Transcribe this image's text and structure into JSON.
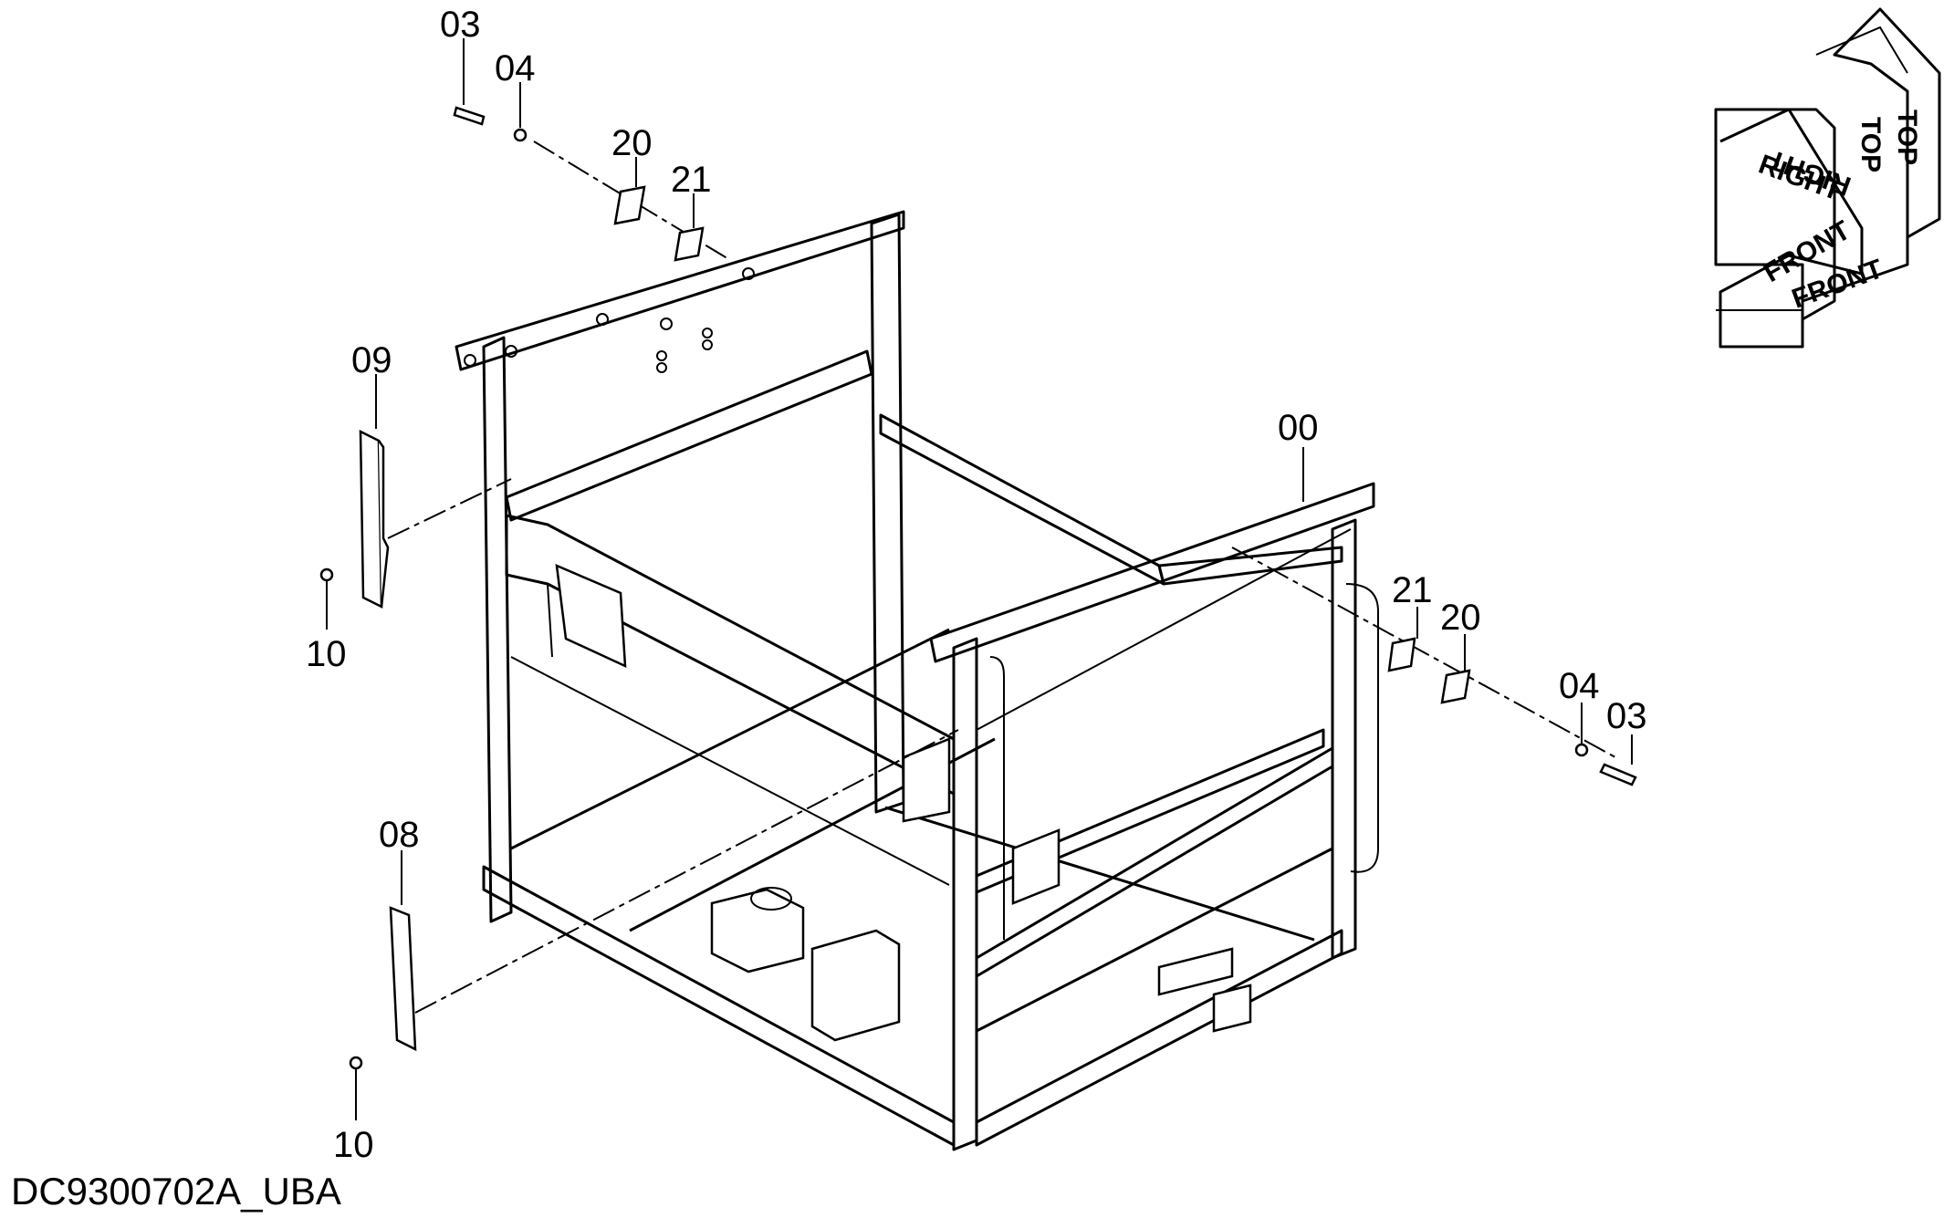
{
  "diagram": {
    "callouts": {
      "c03_top": "03",
      "c04_top": "04",
      "c20_top": "20",
      "c21_top": "21",
      "c09": "09",
      "c10_upper": "10",
      "c00": "00",
      "c21_right": "21",
      "c20_right": "20",
      "c04_right": "04",
      "c03_right": "03",
      "c08": "08",
      "c10_lower": "10"
    },
    "orientation": {
      "top_1": "TOP",
      "top_2": "TOP",
      "right_1": "RIGHT",
      "right_2": "RIGHT",
      "front_1": "FRONT",
      "front_2": "FRONT"
    },
    "drawing_number": "DC9300702A_UBA"
  }
}
